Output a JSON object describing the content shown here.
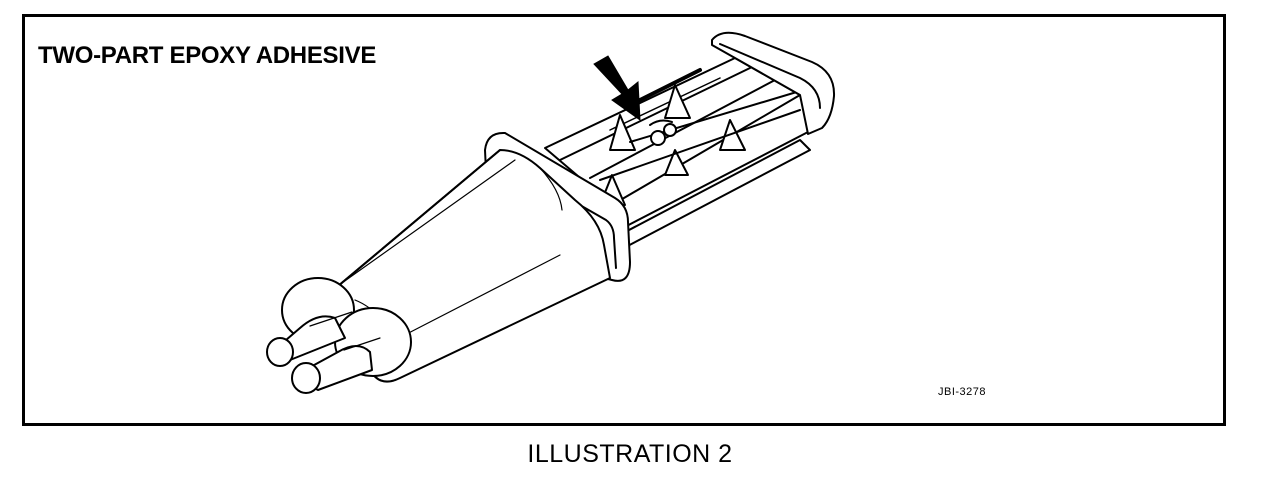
{
  "figure": {
    "title": "TWO-PART EPOXY ADHESIVE",
    "reference_code": "JBI-3278",
    "caption": "ILLUSTRATION 2"
  },
  "icons": {
    "syringe": "dual-barrel-epoxy-syringe-drawing",
    "arrow": "pointer-arrow"
  }
}
